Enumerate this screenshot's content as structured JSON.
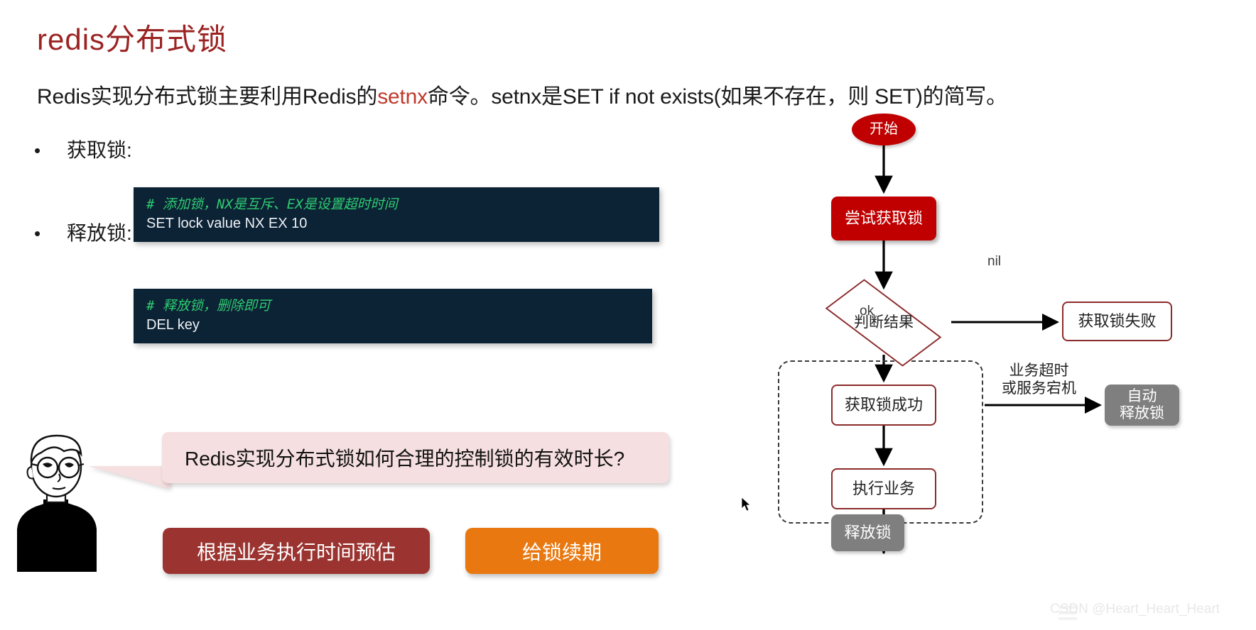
{
  "slide": {
    "title": "redis分布式锁",
    "intro_before": "Redis实现分布式锁主要利用Redis的",
    "intro_highlight": "setnx",
    "intro_after": "命令。setnx是SET if not exists(如果不存在，则 SET)的简写。",
    "highlight_color": "#c0392b",
    "title_color": "#9b2423"
  },
  "bullets": [
    {
      "marker": "•",
      "label": "获取锁:"
    },
    {
      "marker": "•",
      "label": "释放锁:"
    }
  ],
  "code_blocks": [
    {
      "comment": "# 添加锁，NX是互斥、EX是设置超时时间",
      "command": "SET lock value NX EX 10",
      "background": "#0c2235",
      "comment_color": "#2ecc71"
    },
    {
      "comment": "# 释放锁，删除即可",
      "command": "DEL key",
      "background": "#0c2235",
      "comment_color": "#2ecc71"
    }
  ],
  "speech_bubble": {
    "text": "Redis实现分布式锁如何合理的控制锁的有效时长?",
    "background": "#f6dfe0"
  },
  "options": [
    {
      "label": "根据业务执行时间预估",
      "color": "#9b3430"
    },
    {
      "label": "给锁续期",
      "color": "#e8780f"
    }
  ],
  "flowchart": {
    "nodes": [
      {
        "id": "start",
        "label": "开始",
        "shape": "ellipse",
        "fill": "#c00000",
        "text_color": "#ffffff"
      },
      {
        "id": "try",
        "label": "尝试获取锁",
        "shape": "rounded",
        "fill": "#c00000",
        "text_color": "#ffffff"
      },
      {
        "id": "decide",
        "label": "判断结果",
        "shape": "diamond",
        "fill": "#ffffff",
        "text_color": "#222222"
      },
      {
        "id": "fail",
        "label": "获取锁失败",
        "shape": "rounded",
        "fill": "#ffffff",
        "text_color": "#222222"
      },
      {
        "id": "success",
        "label": "获取锁成功",
        "shape": "rounded",
        "fill": "#ffffff",
        "text_color": "#222222"
      },
      {
        "id": "exec",
        "label": "执行业务",
        "shape": "rounded",
        "fill": "#ffffff",
        "text_color": "#222222"
      },
      {
        "id": "auto",
        "label": "自动\n释放锁",
        "shape": "rounded",
        "fill": "#7f7f7f",
        "text_color": "#ffffff"
      },
      {
        "id": "release",
        "label": "释放锁",
        "shape": "rounded",
        "fill": "#7f7f7f",
        "text_color": "#ffffff"
      }
    ],
    "edge_labels": {
      "nil": "nil",
      "ok": "ok",
      "timeout": "业务超时\n或服务宕机"
    }
  },
  "watermark": {
    "text": "CSDN @Heart_Heart_Heart"
  }
}
